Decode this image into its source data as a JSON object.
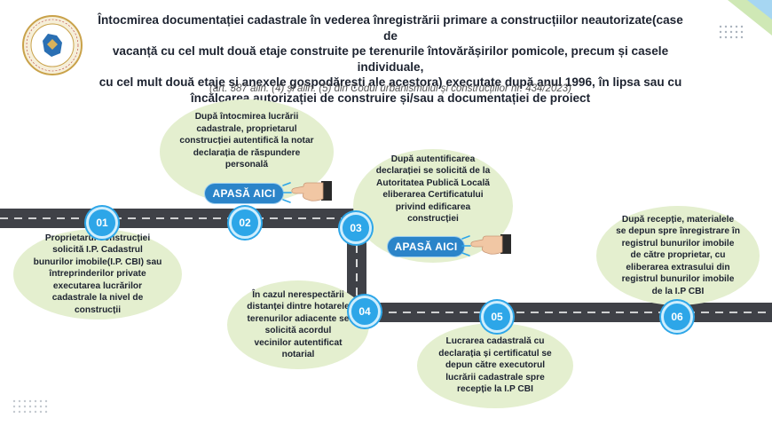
{
  "header": {
    "title_line1": "Întocmirea documentației cadastrale în vederea înregistrării primare a construcțiilor neautorizate(case de",
    "title_line2": "vacanță cu cel mult două etaje construite pe terenurile întovărășirilor pomicole, precum și casele individuale,",
    "title_line3": "cu cel mult două etaje și anexele gospodărești ale acestora) executate după anul 1996, în lipsa sau cu",
    "title_line4": "încălcarea autorizației de construire și/sau a documentației de proiect",
    "subtitle": "(art. 387 alin. (4) și alin. (5) din Codul urbanismului și construcțiilor nr. 434/2023)"
  },
  "steps": [
    {
      "number": "01",
      "text": "Proprietarul construcției solicită I.P. Cadastrul bunurilor imobile(I.P. CBI) sau întreprinderilor private executarea lucrărilor cadastrale la nivel de construcții"
    },
    {
      "number": "02",
      "text": "După întocmirea lucrării cadastrale, proprietarul construcției autentifică la notar declarația de răspundere personală"
    },
    {
      "number": "03",
      "text": "După autentificarea declarației se solicită de la Autoritatea Publică Locală eliberarea Certificatului privind edificarea construcției"
    },
    {
      "number": "04",
      "text": "În cazul nerespectării distanței dintre hotarele terenurilor adiacente se solicită acordul vecinilor autentificat notarial"
    },
    {
      "number": "05",
      "text": "Lucrarea cadastrală cu declarația și certificatul se depun către executorul lucrării cadastrale spre recepție la I.P CBI"
    },
    {
      "number": "06",
      "text": "După recepție, materialele se depun spre înregistrare în registrul bunurilor imobile de către proprietar, cu eliberarea extrasului din registrul bunurilor imobile de la I.P CBI"
    }
  ],
  "buttons": {
    "apasa_1": "APASĂ AICI",
    "apasa_2": "APASĂ AICI"
  },
  "colors": {
    "road": "#3f4147",
    "node": "#2da6e8",
    "bubble": "#e4efcf",
    "button": "#2b84c9"
  }
}
